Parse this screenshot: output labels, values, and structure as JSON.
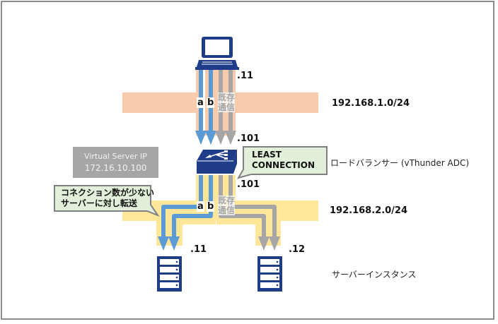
{
  "networks": {
    "upper": {
      "label": "192.168.1.0/24",
      "color": "#f8cbad"
    },
    "lower": {
      "label": "192.168.2.0/24",
      "color": "#ffe699"
    }
  },
  "client": {
    "ip_suffix": ".11"
  },
  "load_balancer": {
    "label": "ロードバランサー (vThunder ADC)",
    "upper_ip_suffix": ".101",
    "lower_ip_suffix": ".101",
    "algorithm_callout": {
      "line1": "LEAST",
      "line2": "CONNECTION"
    }
  },
  "virtual_server": {
    "title": "Virtual Server IP",
    "ip": "172.16.10.100"
  },
  "routing_callout": {
    "line1": "コネクション数が少ない",
    "line2": "サーバーに対し転送"
  },
  "flows": {
    "label_a": "a",
    "label_b": "b",
    "existing_line1": "既存",
    "existing_line2": "通信",
    "new_color": "#5b9bd5",
    "existing_color": "#a6a6a6"
  },
  "servers": {
    "label": "サーバーインスタンス",
    "items": [
      {
        "ip_suffix": ".11"
      },
      {
        "ip_suffix": ".12"
      }
    ]
  },
  "colors": {
    "icon_navy": "#1f3c88",
    "callout_fill": "#e2efda",
    "callout_stroke": "#7f7f7f"
  }
}
